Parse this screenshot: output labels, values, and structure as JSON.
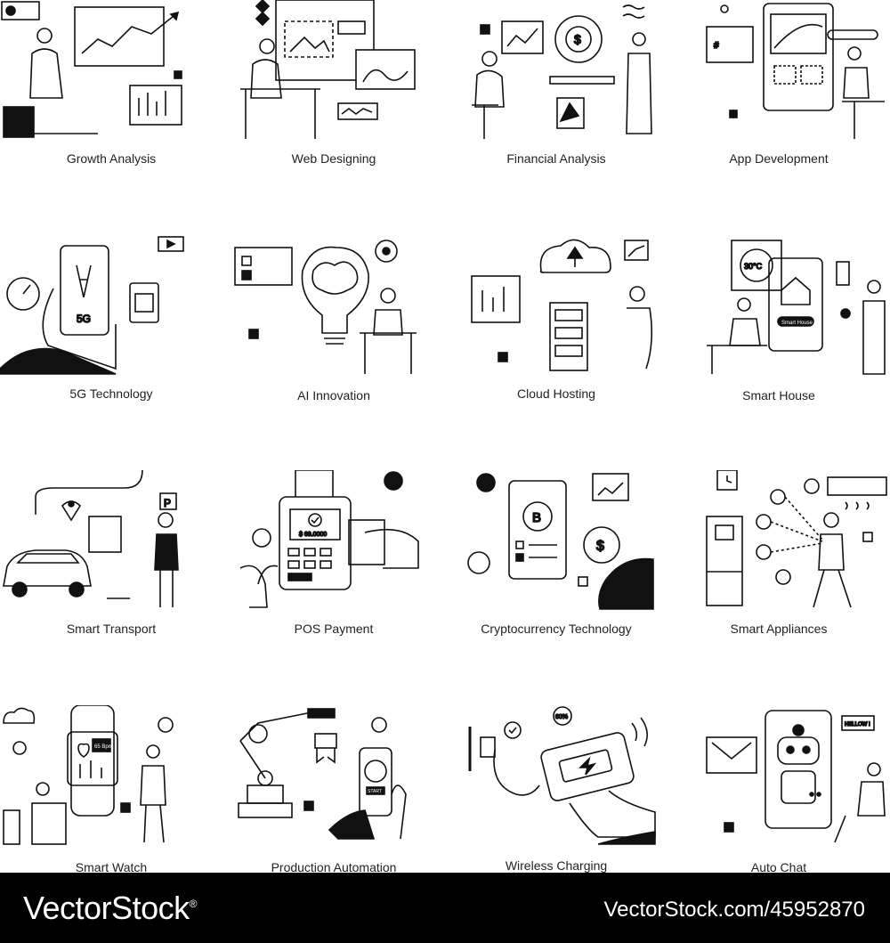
{
  "illustrations": [
    {
      "label": "Growth Analysis",
      "icon": "growth-chart-icon"
    },
    {
      "label": "Web Designing",
      "icon": "web-design-icon"
    },
    {
      "label": "Financial Analysis",
      "icon": "financial-chart-icon"
    },
    {
      "label": "App Development",
      "icon": "app-development-icon"
    },
    {
      "label": "5G Technology",
      "icon": "5g-phone-icon"
    },
    {
      "label": "AI Innovation",
      "icon": "ai-brain-bulb-icon"
    },
    {
      "label": "Cloud Hosting",
      "icon": "cloud-server-icon"
    },
    {
      "label": "Smart House",
      "icon": "smart-house-icon"
    },
    {
      "label": "Smart Transport",
      "icon": "smart-car-icon"
    },
    {
      "label": "POS Payment",
      "icon": "pos-terminal-icon"
    },
    {
      "label": "Cryptocurrency Technology",
      "icon": "crypto-coin-icon"
    },
    {
      "label": "Smart Appliances",
      "icon": "smart-appliances-icon"
    },
    {
      "label": "Smart Watch",
      "icon": "smart-watch-icon"
    },
    {
      "label": "Production Automation",
      "icon": "robot-arm-icon"
    },
    {
      "label": "Wireless Charging",
      "icon": "wireless-charging-icon"
    },
    {
      "label": "Auto Chat",
      "icon": "chatbot-icon"
    }
  ],
  "embedded_text": {
    "five_g": "5G",
    "pos_amount": "$ 69.0000",
    "thermostat": "30°C",
    "smart_home_button": "Smart House",
    "battery_percent": "60%",
    "start_button": "START",
    "chat_bubble": "HELLOW !",
    "watch_bpm": "65 Bpm",
    "parking_sign": "P"
  },
  "footer": {
    "brand": "VectorStock",
    "registered": "®",
    "image_id": "VectorStock.com/45952870"
  }
}
